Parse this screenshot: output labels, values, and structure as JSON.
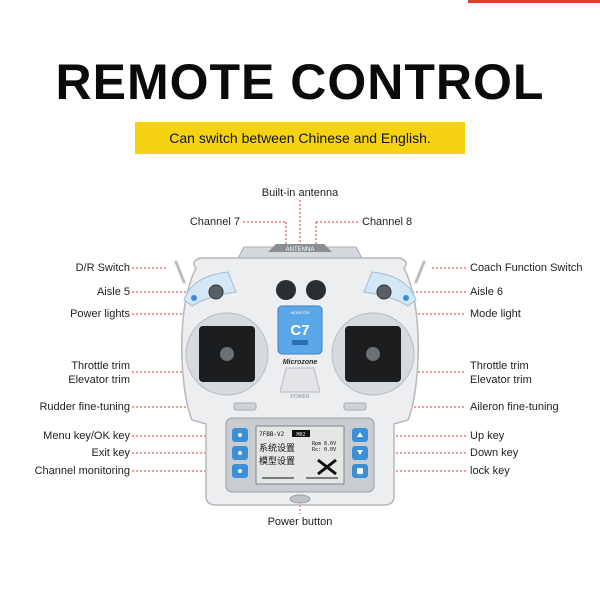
{
  "title": "REMOTE CONTROL",
  "banner": "Can switch between Chinese and English.",
  "device": {
    "antenna_label": "ANTENNA",
    "screen_top_label": "MONITOR",
    "model": "C7",
    "brand": "Microzone",
    "power_label": "POWER",
    "lcd": {
      "model_line": "7FBB-V2",
      "model_tag": "M02",
      "menu_line1": "系统设置",
      "menu_line2": "模型设置",
      "info_1": "Rpm 8.0V",
      "info_2": "Rx: 0.0V"
    }
  },
  "labels": {
    "built_in_antenna": "Built-in antenna",
    "channel_7": "Channel 7",
    "channel_8": "Channel 8",
    "dr_switch": "D/R Switch",
    "coach_function_switch": "Coach Function Switch",
    "aisle_5": "Aisle 5",
    "aisle_6": "Aisle 6",
    "power_lights": "Power lights",
    "mode_light": "Mode light",
    "throttle_trim_left": "Throttle trim",
    "elevator_trim_left": "Elevator trim",
    "throttle_trim_right": "Throttle trim",
    "elevator_trim_right": "Elevator trim",
    "rudder_fine_tuning": "Rudder fine-tuning",
    "aileron_fine_tuning": "Aileron fine-tuning",
    "menu_ok_key": "Menu key/OK key",
    "up_key": "Up key",
    "exit_key": "Exit key",
    "down_key": "Down key",
    "channel_monitoring": "Channel monitoring",
    "lock_key": "lock key",
    "power_button": "Power button"
  },
  "colors": {
    "accent_line": "#e23a2f",
    "banner": "#f5d312",
    "key_blue": "#3b8fd6",
    "screen_blue": "#5aa8e8"
  }
}
